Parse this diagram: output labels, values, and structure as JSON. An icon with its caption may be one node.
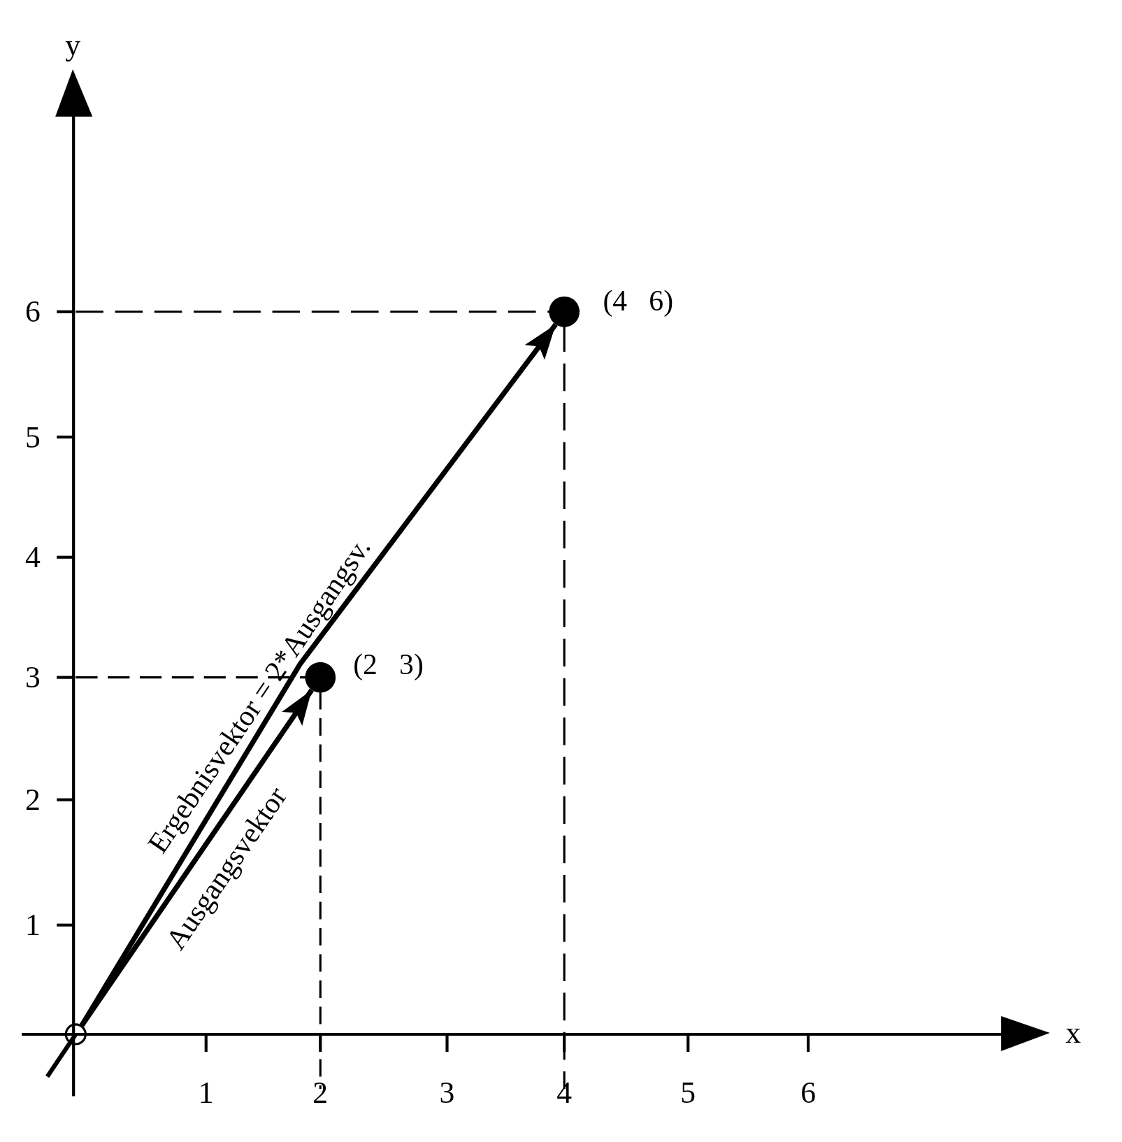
{
  "diagram": {
    "nodes": [
      {
        "text": [],
        "shape": "circle"
      },
      {
        "text": [],
        "shape": "circle",
        "beside": [
          "(2   3)"
        ]
      },
      {
        "text": [],
        "shape": "circle",
        "beside": [
          "(4   6)"
        ]
      }
    ],
    "edges": [
      {
        "from": 0,
        "to": 1,
        "arrow": "to",
        "label": "Ausgangsvektor"
      },
      {
        "from": 0,
        "to": 2,
        "arrow": "to",
        "label": "Ergebnisvektor = 2*Ausgangsv."
      }
    ],
    "labels": [
      "y",
      "6",
      "5",
      "4",
      "3",
      "2",
      "1",
      "x",
      "1",
      "2",
      "3",
      "4",
      "5",
      "6"
    ]
  }
}
